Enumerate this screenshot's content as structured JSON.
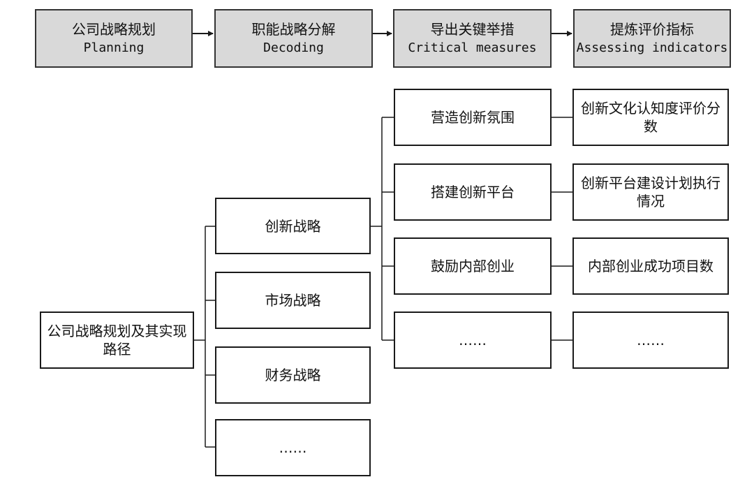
{
  "header": [
    {
      "zh": "公司战略规划",
      "en": "Planning"
    },
    {
      "zh": "职能战略分解",
      "en": "Decoding"
    },
    {
      "zh": "导出关键举措",
      "en": "Critical measures"
    },
    {
      "zh": "提炼评价指标",
      "en": "Assessing indicators"
    }
  ],
  "root": {
    "label": "公司战略规划及其实现路径"
  },
  "functional": [
    {
      "label": "创新战略"
    },
    {
      "label": "市场战略"
    },
    {
      "label": "财务战略"
    },
    {
      "label": "……"
    }
  ],
  "measures": [
    {
      "label": "营造创新氛围"
    },
    {
      "label": "搭建创新平台"
    },
    {
      "label": "鼓励内部创业"
    },
    {
      "label": "……"
    }
  ],
  "indicators": [
    {
      "label": "创新文化认知度评价分数"
    },
    {
      "label": "创新平台建设计划执行情况"
    },
    {
      "label": "内部创业成功项目数"
    },
    {
      "label": "……"
    }
  ],
  "colors": {
    "header_fill": "#d9d9d9",
    "stroke": "#1a1a1a"
  }
}
